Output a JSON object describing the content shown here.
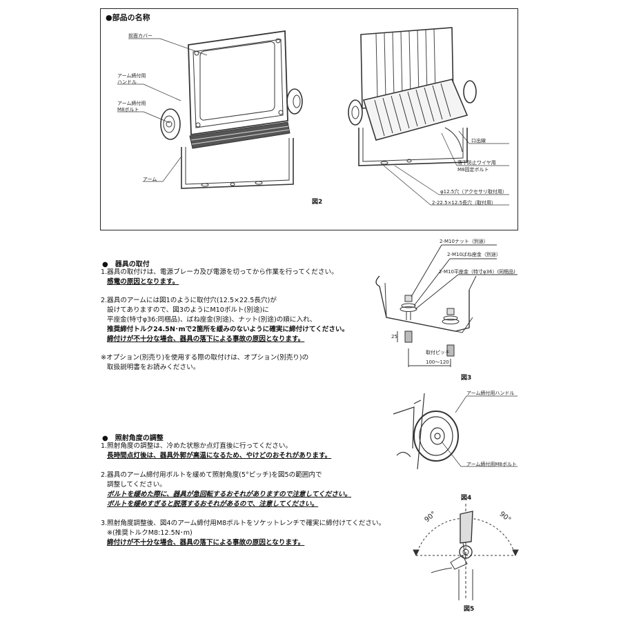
{
  "parts_section": {
    "title": "●部品の名称",
    "labels": {
      "front_cover": "前面カバー",
      "arm_handle_1": "アーム締付用",
      "arm_handle_2": "ハンドル",
      "arm_bolt_1": "アーム締付用",
      "arm_bolt_2": "M8ボルト",
      "arm": "アーム",
      "cable_exit": "口出線",
      "fall_wire_1": "落下防止ワイヤ用",
      "fall_wire_2": "M8固定ボルト",
      "hole_accessory": "φ12.5穴（アクセサリ取付用）",
      "hole_mount": "2-22.5×12.5長穴（取付用）"
    },
    "figure_label": "図2"
  },
  "fig3": {
    "labels": {
      "nut": "2-M10ナット（別途）",
      "spring_washer": "2-M10ばね座金（別途）",
      "flat_washer": "2-M10平座金（特寸φ36）(同梱品)",
      "dim_25": "25",
      "pitch_1": "取付ピッチ",
      "pitch_2": "100～120"
    },
    "figure_label": "図3"
  },
  "fig4": {
    "labels": {
      "handle": "アーム締付用ハンドル",
      "bolt": "アーム締付用M8ボルト"
    },
    "figure_label": "図4"
  },
  "fig5": {
    "labels": {
      "angle_left": "90°",
      "angle_right": "90°"
    },
    "figure_label": "図5"
  },
  "mounting": {
    "heading": "●　器具の取付",
    "lines": [
      "1.器具の取付けは、電源ブレーカ及び電源を切ってから作業を行ってください。",
      "感電の原因となります。",
      "2.器具のアームには図1のように取付穴(12.5×22.5長穴)が",
      "設けてありますので、図3のようにM10ボルト(別途)に",
      "平座金(特寸φ36:同梱品)、ばね座金(別途)、ナット(別途)の順に入れ、",
      "推奨締付トルク24.5N･mで2箇所を緩みのないように確実に締付けてください。",
      "締付けが不十分な場合、器具の落下による事故の原因となります。",
      "※オプション(別売り)を使用する際の取付けは、オプション(別売り)の",
      "取扱説明書をお読みください。"
    ]
  },
  "angle": {
    "heading": "●　照射角度の調整",
    "lines": [
      "1.照射角度の調整は、冷めた状態か点灯直後に行ってください。",
      "長時間点灯後は、器具外郭が高温になるため、やけどのおそれがあります。",
      "2.器具のアーム締付用ボルトを緩めて照射角度(5°ピッチ)を図5の範囲内で",
      "調整してください。",
      "ボルトを緩めた際に、器具が急回転するおそれがありますので注意してください。",
      "ボルトを緩めすぎると脱落するおそれがあるので、注意してください。",
      "3.照射角度調整後、図4のアーム締付用M8ボルトをソケットレンチで確実に締付けてください。",
      "※(推奨トルクM8:12.5N･m)",
      "締付けが不十分な場合、器具の落下による事故の原因となります。"
    ]
  }
}
